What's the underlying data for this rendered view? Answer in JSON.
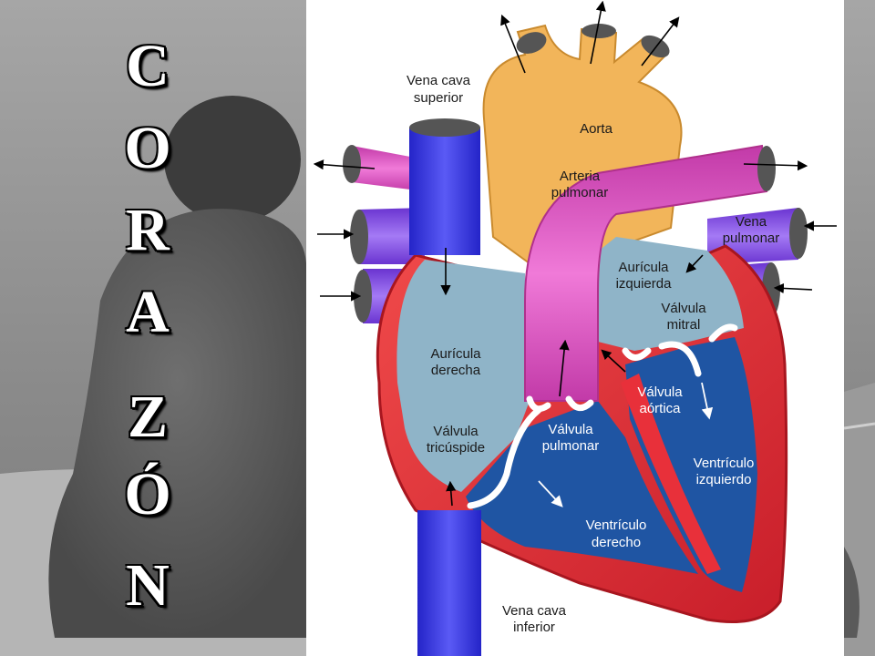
{
  "title_letters": [
    "C",
    "O",
    "R",
    "A",
    "Z",
    "Ó",
    "N"
  ],
  "labels": {
    "vena_cava_superior": [
      "Vena cava",
      "superior"
    ],
    "aorta": [
      "Aorta"
    ],
    "arteria_pulmonar": [
      "Arteria",
      "pulmonar"
    ],
    "vena_pulmonar": [
      "Vena",
      "pulmonar"
    ],
    "auricula_izquierda": [
      "Aurícula",
      "izquierda"
    ],
    "valvula_mitral": [
      "Válvula",
      "mitral"
    ],
    "auricula_derecha": [
      "Aurícula",
      "derecha"
    ],
    "valvula_aortica": [
      "Válvula",
      "aórtica"
    ],
    "valvula_tricuspide": [
      "Válvula",
      "tricúspide"
    ],
    "valvula_pulmonar": [
      "Válvula",
      "pulmonar"
    ],
    "ventriculo_izquierdo": [
      "Ventrículo",
      "izquierdo"
    ],
    "ventriculo_derecho": [
      "Ventrículo",
      "derecho"
    ],
    "vena_cava_inferior": [
      "Vena cava",
      "inferior"
    ]
  },
  "colors": {
    "aorta": "#f2b55a",
    "pulmonary_artery": "#ea5fa0",
    "vena_cava": "#3d3de0",
    "pulmonary_vein": "#8a4ee6",
    "heart_wall": "#e8303a",
    "atrium_blood": "#8fb4c8",
    "ventricle_blood": "#1f55a3"
  }
}
